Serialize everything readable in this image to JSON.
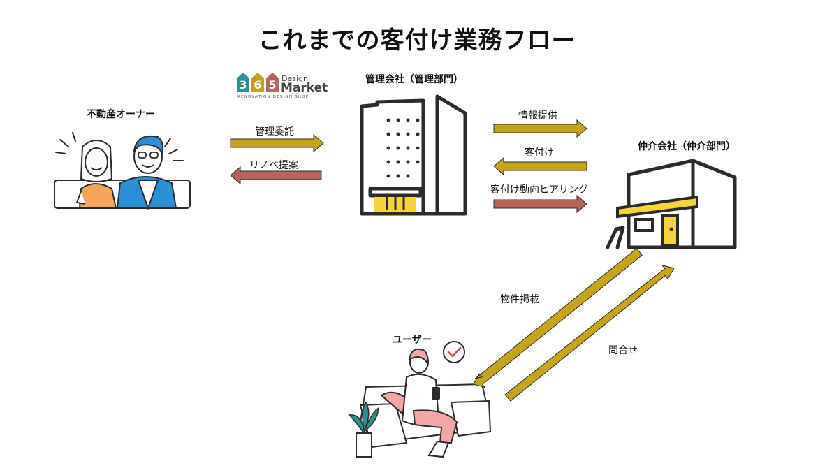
{
  "title": "これまでの客付け業務フロー",
  "logo": {
    "houses": [
      "3",
      "6",
      "5"
    ],
    "word1": "Design",
    "word2": "Market",
    "tagline": "RENOVATION DESIGN SHOP",
    "colors": [
      "#2f8f8f",
      "#c8a020",
      "#b06a5c"
    ]
  },
  "entities": {
    "owner": "不動産オーナー",
    "management": "管理会社（管理部門）",
    "broker": "仲介会社（仲介部門）",
    "user": "ユーザー"
  },
  "flows": {
    "consign": "管理委託",
    "renovation_proposal": "リノベ提案",
    "info_provision": "情報提供",
    "tenant_placement": "客付け",
    "hearing": "客付け動向ヒアリング",
    "listing": "物件掲載",
    "inquiry": "問合せ"
  },
  "colors": {
    "gold_arrow": "#c5a31c",
    "red_arrow": "#b5645a",
    "accent_yellow": "#f6d43c",
    "accent_orange": "#f2a65a",
    "accent_blue": "#2a8fd4",
    "accent_pink": "#f2a7a7",
    "line": "#2b2b2b"
  }
}
